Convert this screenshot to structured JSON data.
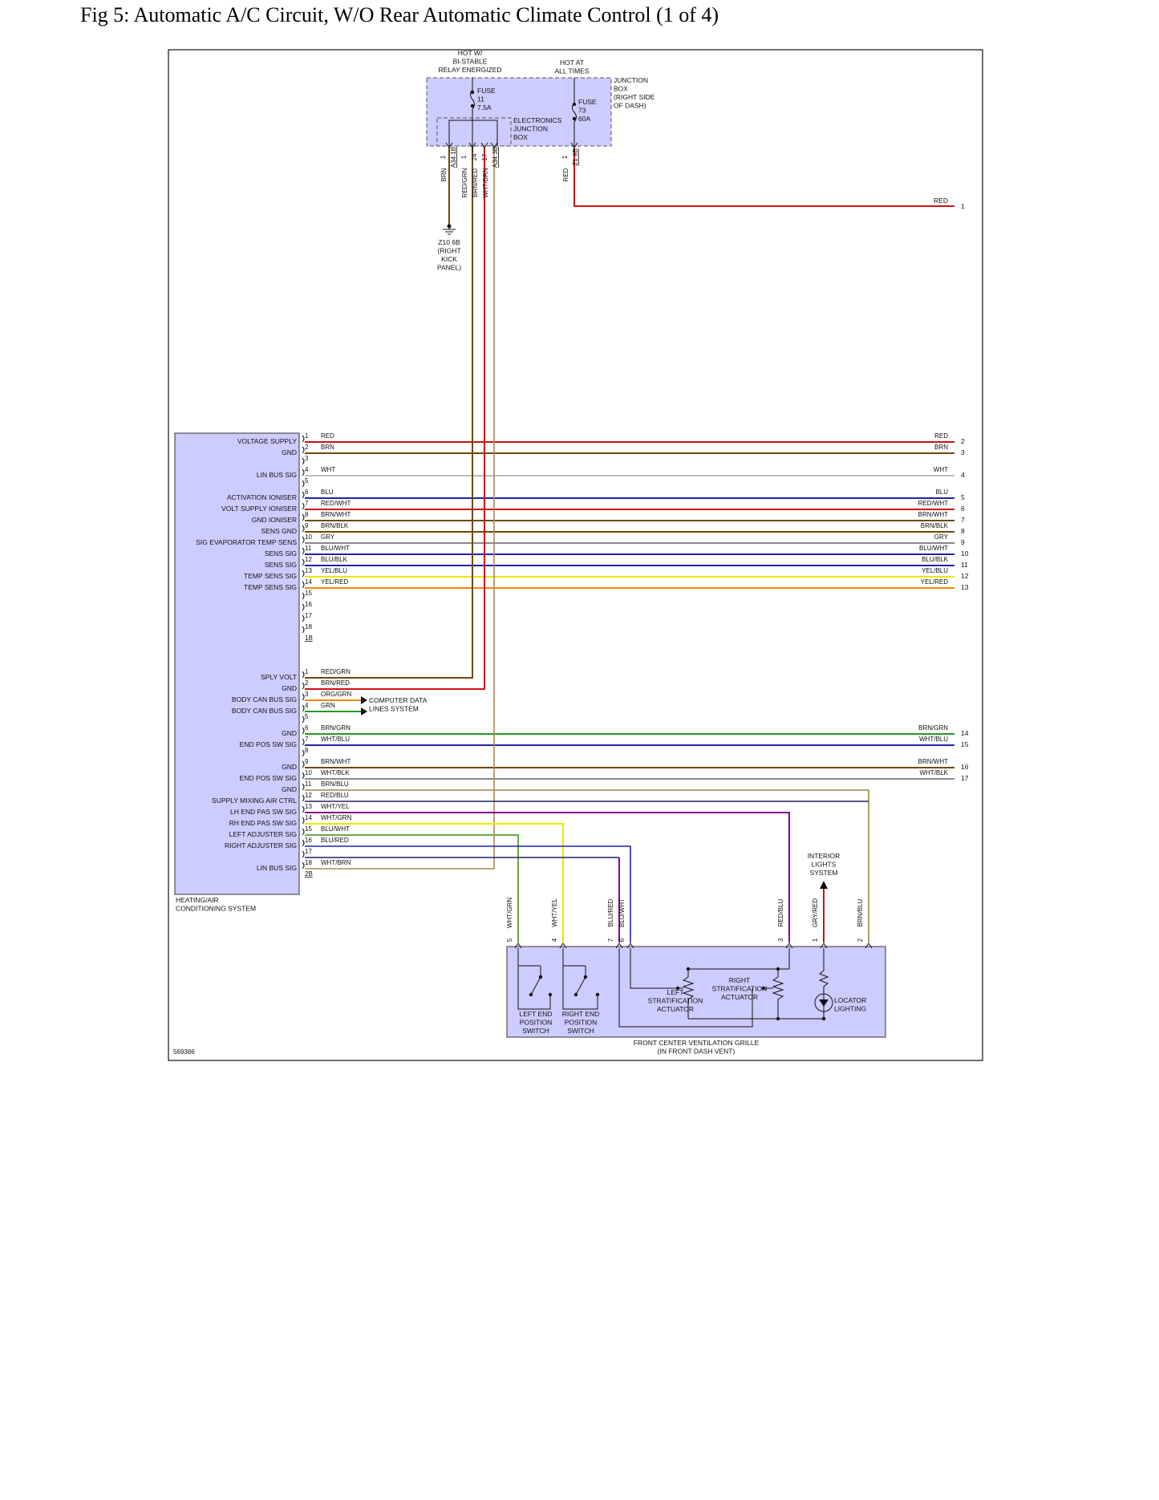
{
  "title": "Fig 5: Automatic A/C Circuit, W/O Rear Automatic Climate Control (1 of 4)",
  "figure_id": "569386",
  "colors": {
    "module_fill": "#ccccff",
    "RED": "#cc1111",
    "BRN": "#6b4a00",
    "WHT": "#bbbbbb",
    "BLU": "#2222aa",
    "GRY": "#888888",
    "GRN": "#229922",
    "ORG": "#ee8800",
    "YEL": "#e8e800",
    "PUR": "#880088"
  },
  "junction": {
    "hot_bistable": [
      "HOT W/",
      "BI-STABLE",
      "RELAY ENERGIZED"
    ],
    "hot_all": [
      "HOT AT",
      "ALL TIMES"
    ],
    "box_label": [
      "JUNCTION",
      "BOX",
      "(RIGHT SIDE",
      "OF DASH)"
    ],
    "ejb_label": [
      "ELECTRONICS",
      "JUNCTION",
      "BOX"
    ],
    "fuse11": [
      "FUSE",
      "11",
      "7.5A"
    ],
    "fuse73": [
      "FUSE",
      "73",
      "60A"
    ],
    "pins_top": [
      "1",
      "A34",
      "1B",
      "1",
      "24",
      "17",
      "A34",
      "3B",
      "1",
      "Z1",
      "9B"
    ],
    "wires_v": [
      "BRN",
      "RED/GRN",
      "BRN/RED",
      "WHT/BRN",
      "RED"
    ],
    "ground": [
      "Z10 6B",
      "(RIGHT",
      "KICK",
      "PANEL)"
    ]
  },
  "top_red_wire": {
    "label": "RED",
    "num": "1"
  },
  "hvac_module": {
    "name": [
      "HEATING/AIR",
      "CONDITIONING SYSTEM"
    ],
    "conn1": {
      "id": "1B",
      "pins": [
        {
          "pin": "1",
          "label": "VOLTAGE SUPPLY",
          "wire": "RED",
          "right": "RED",
          "num": "2",
          "color": "RED"
        },
        {
          "pin": "2",
          "label": "GND",
          "wire": "BRN",
          "right": "BRN",
          "num": "3",
          "color": "BRN"
        },
        {
          "pin": "3",
          "label": "",
          "wire": "",
          "right": "",
          "num": "",
          "color": ""
        },
        {
          "pin": "4",
          "label": "LIN BUS SIG",
          "wire": "WHT",
          "right": "WHT",
          "num": "4",
          "color": "WHT"
        },
        {
          "pin": "5",
          "label": "",
          "wire": "",
          "right": "",
          "num": "",
          "color": ""
        },
        {
          "pin": "6",
          "label": "ACTIVATION IONISER",
          "wire": "BLU",
          "right": "BLU",
          "num": "5",
          "color": "BLU"
        },
        {
          "pin": "7",
          "label": "VOLT SUPPLY IONISER",
          "wire": "RED/WHT",
          "right": "RED/WHT",
          "num": "6",
          "color": "RED"
        },
        {
          "pin": "8",
          "label": "GND IONISER",
          "wire": "BRN/WHT",
          "right": "BRN/WHT",
          "num": "7",
          "color": "BRN"
        },
        {
          "pin": "9",
          "label": "SENS GND",
          "wire": "BRN/BLK",
          "right": "BRN/BLK",
          "num": "8",
          "color": "BRN"
        },
        {
          "pin": "10",
          "label": "SIG EVAPORATOR TEMP SENS",
          "wire": "GRY",
          "right": "GRY",
          "num": "9",
          "color": "GRY"
        },
        {
          "pin": "11",
          "label": "SENS SIG",
          "wire": "BLU/WHT",
          "right": "BLU/WHT",
          "num": "10",
          "color": "BLU"
        },
        {
          "pin": "12",
          "label": "SENS SIG",
          "wire": "BLU/BLK",
          "right": "BLU/BLK",
          "num": "11",
          "color": "BLU"
        },
        {
          "pin": "13",
          "label": "TEMP SENS SIG",
          "wire": "YEL/BLU",
          "right": "YEL/BLU",
          "num": "12",
          "color": "YEL"
        },
        {
          "pin": "14",
          "label": "TEMP SENS SIG",
          "wire": "YEL/RED",
          "right": "YEL/RED",
          "num": "13",
          "color": "ORG"
        },
        {
          "pin": "15",
          "label": "",
          "wire": "",
          "right": "",
          "num": "",
          "color": ""
        },
        {
          "pin": "16",
          "label": "",
          "wire": "",
          "right": "",
          "num": "",
          "color": ""
        },
        {
          "pin": "17",
          "label": "",
          "wire": "",
          "right": "",
          "num": "",
          "color": ""
        },
        {
          "pin": "18",
          "label": "",
          "wire": "",
          "right": "",
          "num": "",
          "color": ""
        }
      ]
    },
    "conn2": {
      "id": "2B",
      "pins": [
        {
          "pin": "1",
          "label": "SPLY VOLT",
          "wire": "RED/GRN",
          "right": "",
          "num": "",
          "color": "BRN"
        },
        {
          "pin": "2",
          "label": "GND",
          "wire": "BRN/RED",
          "right": "",
          "num": "",
          "color": "RED"
        },
        {
          "pin": "3",
          "label": "BODY CAN BUS SIG",
          "wire": "ORG/GRN",
          "right": "",
          "num": "",
          "color": "ORG"
        },
        {
          "pin": "4",
          "label": "BODY CAN BUS SIG",
          "wire": "GRN",
          "right": "",
          "num": "",
          "color": "GRN"
        },
        {
          "pin": "5",
          "label": "",
          "wire": "",
          "right": "",
          "num": "",
          "color": ""
        },
        {
          "pin": "6",
          "label": "GND",
          "wire": "BRN/GRN",
          "right": "BRN/GRN",
          "num": "14",
          "color": "GRN"
        },
        {
          "pin": "7",
          "label": "END POS SW SIG",
          "wire": "WHT/BLU",
          "right": "WHT/BLU",
          "num": "15",
          "color": "BLU"
        },
        {
          "pin": "8",
          "label": "",
          "wire": "",
          "right": "",
          "num": "",
          "color": ""
        },
        {
          "pin": "9",
          "label": "GND",
          "wire": "BRN/WHT",
          "right": "BRN/WHT",
          "num": "16",
          "color": "BRN"
        },
        {
          "pin": "10",
          "label": "END POS SW SIG",
          "wire": "WHT/BLK",
          "right": "WHT/BLK",
          "num": "17",
          "color": "GRY"
        },
        {
          "pin": "11",
          "label": "GND",
          "wire": "BRN/BLU",
          "right": "",
          "num": "",
          "color": "BRN"
        },
        {
          "pin": "12",
          "label": "SUPPLY MIXING AIR CTRL",
          "wire": "RED/BLU",
          "right": "",
          "num": "",
          "color": "BLU"
        },
        {
          "pin": "13",
          "label": "LH END PAS SW SIG",
          "wire": "WHT/YEL",
          "right": "",
          "num": "",
          "color": "PUR"
        },
        {
          "pin": "14",
          "label": "RH END PAS SW SIG",
          "wire": "WHT/GRN",
          "right": "",
          "num": "",
          "color": "YEL"
        },
        {
          "pin": "15",
          "label": "LEFT ADJUSTER SIG",
          "wire": "BLU/WHT",
          "right": "",
          "num": "",
          "color": "GRN"
        },
        {
          "pin": "16",
          "label": "RIGHT ADJUSTER SIG",
          "wire": "BLU/RED",
          "right": "",
          "num": "",
          "color": "BLU"
        },
        {
          "pin": "17",
          "label": "",
          "wire": "",
          "right": "",
          "num": "",
          "color": ""
        },
        {
          "pin": "18",
          "label": "LIN BUS SIG",
          "wire": "WHT/BRN",
          "right": "",
          "num": "",
          "color": "BRN"
        }
      ]
    }
  },
  "can_label": [
    "COMPUTER DATA",
    "LINES SYSTEM"
  ],
  "interior_lights": [
    "INTERIOR",
    "LIGHTS",
    "SYSTEM"
  ],
  "grille": {
    "name": [
      "FRONT CENTER VENTILATION GRILLE",
      "(IN FRONT DASH VENT)"
    ],
    "pins": [
      {
        "pin": "5",
        "wire": "WHT/GRN"
      },
      {
        "pin": "4",
        "wire": "WHT/YEL"
      },
      {
        "pin": "7",
        "wire": "BLU/RED"
      },
      {
        "pin": "6",
        "wire": "BLU/WHT"
      },
      {
        "pin": "3",
        "wire": "RED/BLU"
      },
      {
        "pin": "1",
        "wire": "GRY/RED"
      },
      {
        "pin": "2",
        "wire": "BRN/BLU"
      }
    ],
    "left_switch": [
      "LEFT END",
      "POSITION",
      "SWITCH"
    ],
    "right_switch": [
      "RIGHT END",
      "POSITION",
      "SWITCH"
    ],
    "left_act": [
      "LEFT",
      "STRATIFICATION",
      "ACTUATOR"
    ],
    "right_act": [
      "RIGHT",
      "STRATIFICATION",
      "ACTUATOR"
    ],
    "locator": [
      "LOCATOR",
      "LIGHTING"
    ]
  }
}
